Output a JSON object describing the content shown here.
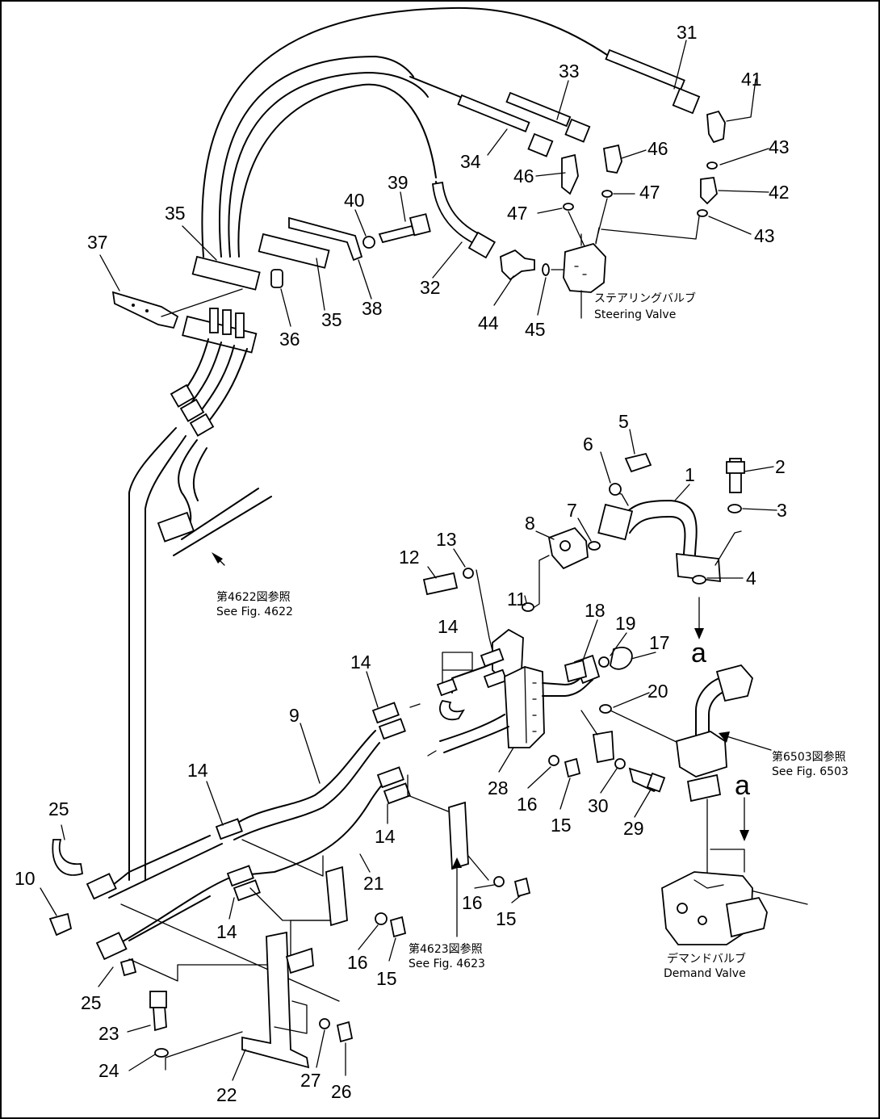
{
  "callouts": {
    "p1": "1",
    "p2": "2",
    "p3": "3",
    "p4": "4",
    "p5": "5",
    "p6": "6",
    "p7": "7",
    "p8": "8",
    "p9": "9",
    "p10": "10",
    "p11": "11",
    "p12": "12",
    "p13": "13",
    "p14a": "14",
    "p14b": "14",
    "p14c": "14",
    "p14d": "14",
    "p14e": "14",
    "p15a": "15",
    "p15b": "15",
    "p15c": "15",
    "p16a": "16",
    "p16b": "16",
    "p16c": "16",
    "p17": "17",
    "p18": "18",
    "p19": "19",
    "p20": "20",
    "p21": "21",
    "p22": "22",
    "p23": "23",
    "p24": "24",
    "p25a": "25",
    "p25b": "25",
    "p26": "26",
    "p27": "27",
    "p28": "28",
    "p29": "29",
    "p30": "30",
    "p31": "31",
    "p32": "32",
    "p33": "33",
    "p34": "34",
    "p35a": "35",
    "p35b": "35",
    "p36": "36",
    "p37": "37",
    "p38": "38",
    "p39": "39",
    "p40": "40",
    "p41": "41",
    "p42": "42",
    "p43a": "43",
    "p43b": "43",
    "p44": "44",
    "p45": "45",
    "p46a": "46",
    "p46b": "46",
    "p47a": "47",
    "p47b": "47"
  },
  "connection_marks": {
    "upper": "a",
    "lower": "a"
  },
  "notes": {
    "steering_valve_jp": "ステアリングバルブ",
    "steering_valve_en": "Steering Valve",
    "demand_valve_jp": "デマンドバルブ",
    "demand_valve_en": "Demand Valve",
    "fig4622_jp": "第4622図参照",
    "fig4622_en": "See Fig. 4622",
    "fig4623_jp": "第4623図参照",
    "fig4623_en": "See Fig. 4623",
    "fig6503_jp": "第6503図参照",
    "fig6503_en": "See Fig. 6503"
  }
}
